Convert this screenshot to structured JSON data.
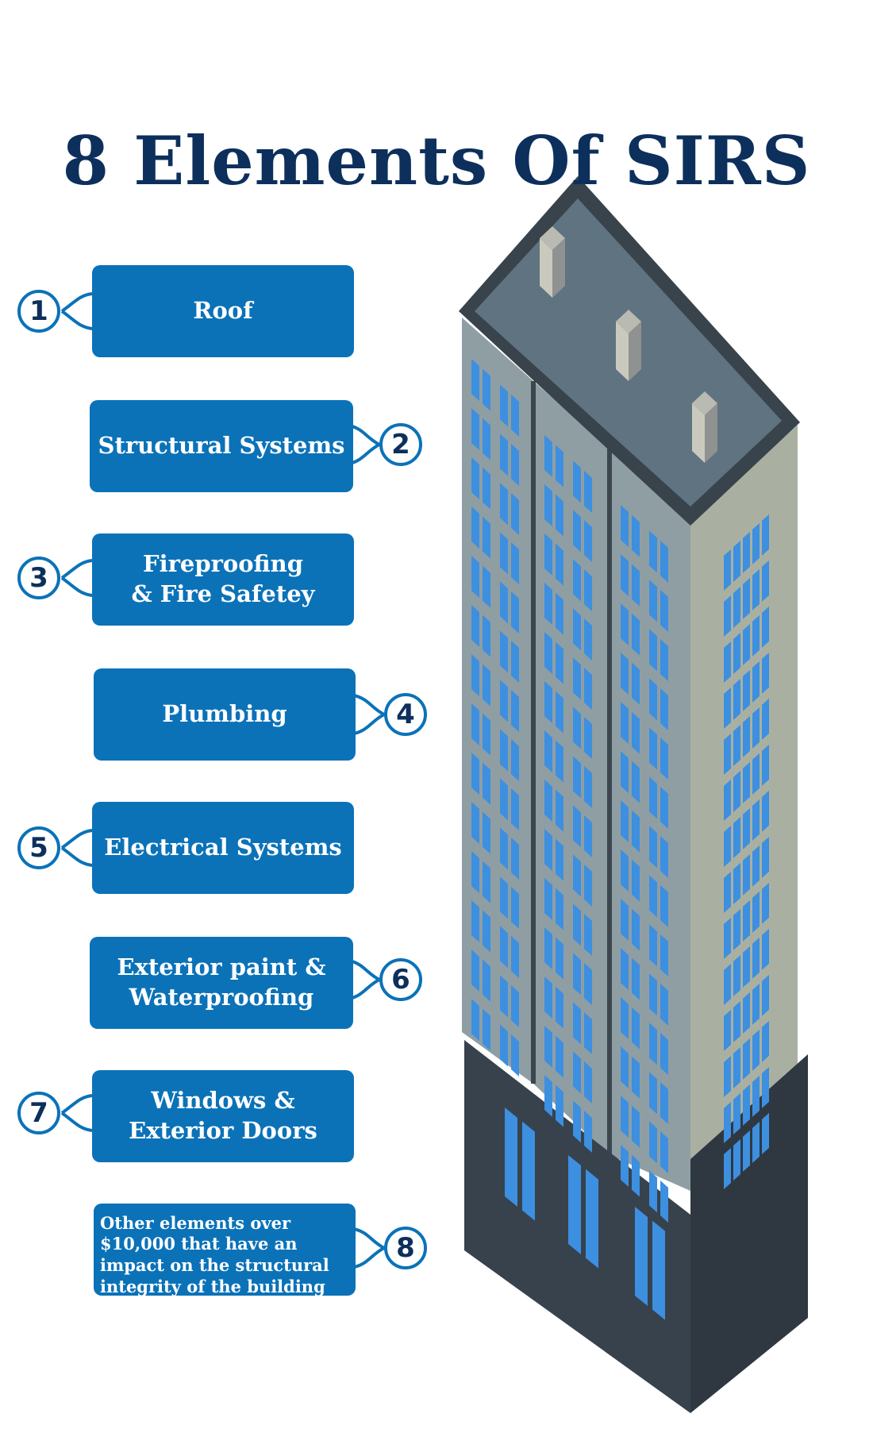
{
  "title": "8 Elements Of SIRS",
  "colors": {
    "title": "#0d2f5c",
    "box": "#0b72b8",
    "badge_border": "#0b72b8",
    "badge_text": "#0d2f5c",
    "roof": "#5f7381",
    "wall_side": "#aab0a1",
    "wall_front": "#8f9ea3",
    "window": "#3d8fe0",
    "base": "#37424d"
  },
  "elements": [
    {
      "number": "1",
      "lines": [
        "Roof"
      ]
    },
    {
      "number": "2",
      "lines": [
        "Structural Systems"
      ]
    },
    {
      "number": "3",
      "lines": [
        "Fireproofing",
        "& Fire Safetey"
      ]
    },
    {
      "number": "4",
      "lines": [
        "Plumbing"
      ]
    },
    {
      "number": "5",
      "lines": [
        "Electrical Systems"
      ]
    },
    {
      "number": "6",
      "lines": [
        "Exterior paint &",
        "Waterproofing"
      ]
    },
    {
      "number": "7",
      "lines": [
        "Windows &",
        "Exterior Doors"
      ]
    },
    {
      "number": "8",
      "lines": [
        "Other elements over",
        "$10,000 that have an",
        "impact on the structural",
        "integrity of the building"
      ]
    }
  ]
}
